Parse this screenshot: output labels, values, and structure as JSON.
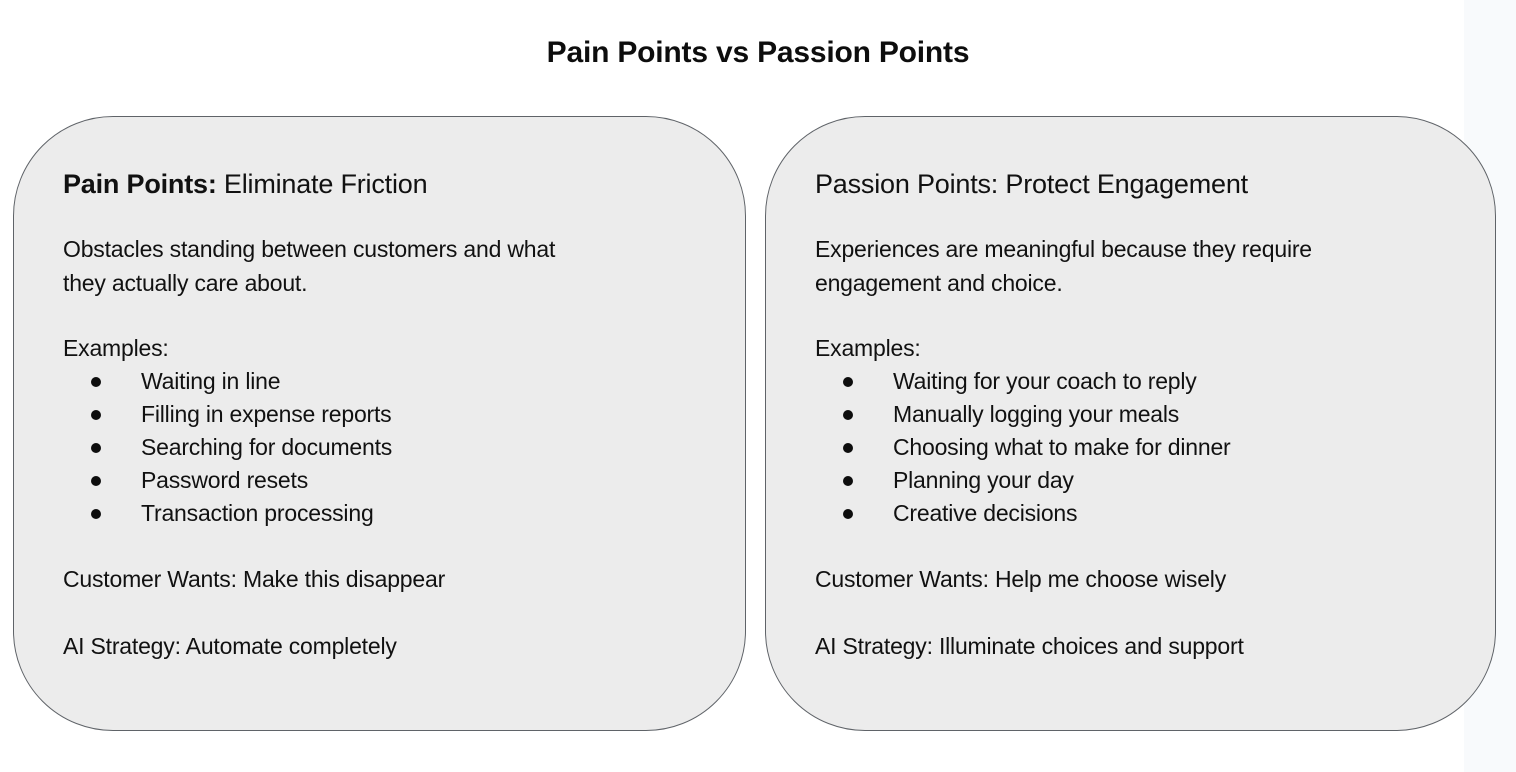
{
  "title": "Pain Points vs Passion Points",
  "cards": [
    {
      "heading_bold": "Pain Points:",
      "heading_rest": " Eliminate Friction",
      "description": "Obstacles standing between customers and what\nthey actually care about.",
      "examples_label": "Examples:",
      "examples": [
        "Waiting in line",
        "Filling in expense reports",
        "Searching for documents",
        "Password resets",
        "Transaction processing"
      ],
      "customer_wants": "Customer Wants: Make this disappear",
      "ai_strategy": "AI Strategy: Automate completely"
    },
    {
      "heading_bold": "",
      "heading_rest": "Passion Points: Protect Engagement",
      "description": "Experiences are meaningful because they require\nengagement and choice.",
      "examples_label": "Examples:",
      "examples": [
        "Waiting for your coach to reply",
        "Manually logging your meals",
        "Choosing what to make for dinner",
        "Planning your day",
        "Creative decisions"
      ],
      "customer_wants": "Customer Wants: Help me choose wisely",
      "ai_strategy": "AI Strategy: Illuminate choices and support"
    }
  ],
  "colors": {
    "card_fill": "#ececec",
    "card_border": "#5f6368",
    "text": "#111111",
    "background": "#ffffff",
    "right_edge_strip": "#f8fafc"
  }
}
